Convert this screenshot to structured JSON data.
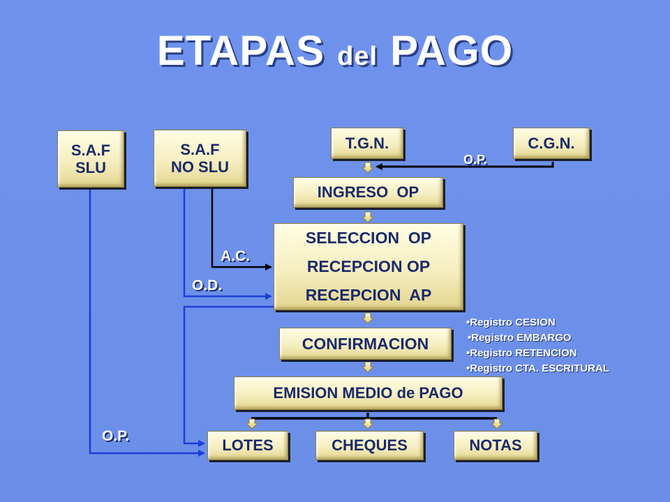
{
  "title": {
    "part1": "ETAPAS",
    "part2": "del",
    "part3": "PAGO"
  },
  "boxes": {
    "saf_slu": [
      "S.A.F",
      "SLU"
    ],
    "saf_no_slu": [
      "S.A.F",
      "NO SLU"
    ],
    "tgn": "T.G.N.",
    "cgn": "C.G.N.",
    "ingreso": "INGRESO  OP",
    "seleccion": [
      "SELECCION  OP",
      "RECEPCION OP",
      "RECEPCION  AP"
    ],
    "confirmacion": "CONFIRMACION",
    "emision": "EMISION MEDIO de PAGO",
    "lotes": "LOTES",
    "cheques": "CHEQUES",
    "notas": "NOTAS"
  },
  "labels": {
    "op_top": "O.P.",
    "ac": "A.C.",
    "od": "O.D.",
    "op_bottom": "O.P."
  },
  "notes": [
    "•Registro CESION",
    "•Registro EMBARGO",
    "•Registro RETENCION",
    "•Registro CTA. ESCRITURAL"
  ],
  "colors": {
    "background": "#6b8fe8",
    "box_text": "#1a2a6b",
    "line_blue": "#1a3fd6",
    "line_black": "#000000"
  }
}
